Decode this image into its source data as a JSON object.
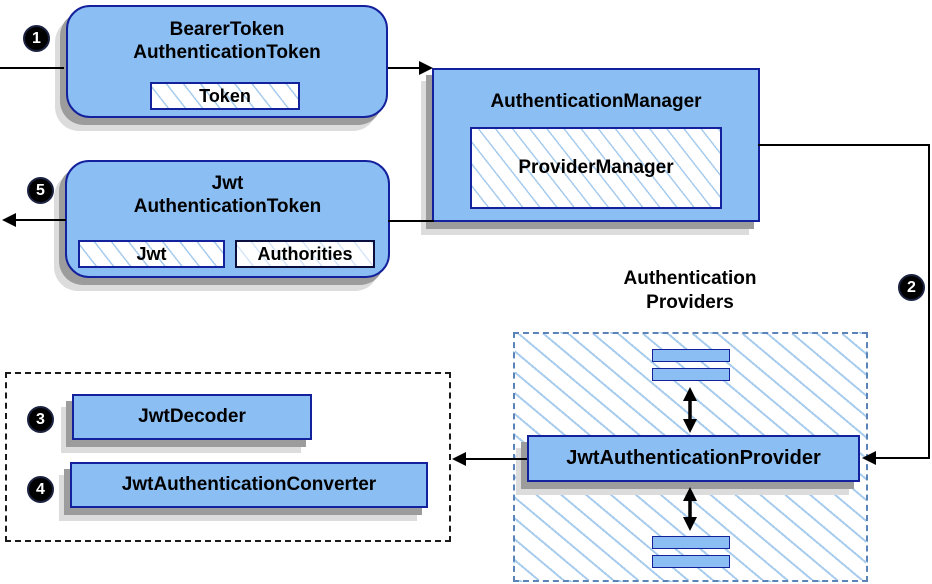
{
  "nodes": {
    "bearer_token": {
      "line1": "BearerToken",
      "line2": "AuthenticationToken",
      "chip": "Token"
    },
    "authentication_manager": {
      "title": "AuthenticationManager",
      "chip": "ProviderManager"
    },
    "jwt_authentication_token": {
      "line1": "Jwt",
      "line2": "AuthenticationToken",
      "chip1": "Jwt",
      "chip2": "Authorities"
    },
    "authentication_providers_label": {
      "line1": "Authentication",
      "line2": "Providers"
    },
    "jwt_authentication_provider": {
      "title": "JwtAuthenticationProvider"
    },
    "jwt_decoder": {
      "title": "JwtDecoder"
    },
    "jwt_authentication_converter": {
      "title": "JwtAuthenticationConverter"
    }
  },
  "badges": {
    "step1": "1",
    "step2": "2",
    "step3": "3",
    "step4": "4",
    "step5": "5"
  },
  "colors": {
    "node_fill": "#8BBEF3",
    "node_stroke": "#14219C",
    "hatch_line": "#A8CCEE",
    "blue_dash_border": "#5C83B8",
    "black_dash_border": "#1a1a1a",
    "shadow_dark": "#9c9c9c",
    "shadow_light": "#dcdcdc",
    "arrow": "#000000"
  }
}
